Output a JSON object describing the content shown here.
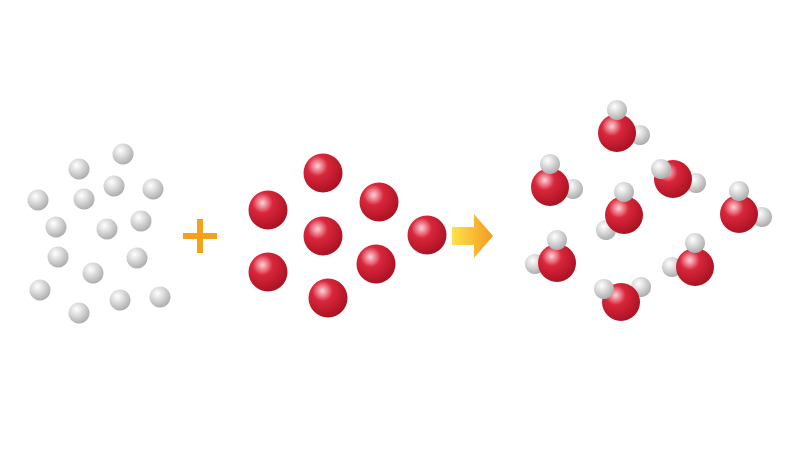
{
  "colors": {
    "hydrogen": "#d9d9d9",
    "oxygen": "#d9263b",
    "plus": "#f5a21a",
    "arrow_start": "#ffe14a",
    "arrow_end": "#f39a1f",
    "background": "#ffffff"
  },
  "reaction": {
    "reactant_1": {
      "element": "hydrogen",
      "atom_count": 16
    },
    "operator_icon": "plus-icon",
    "reactant_2": {
      "element": "oxygen",
      "atom_count": 8
    },
    "direction_icon": "arrow-right-icon",
    "product": {
      "molecule_count": 8,
      "atoms_per_molecule": {
        "oxygen": 1,
        "hydrogen": 2
      }
    }
  }
}
